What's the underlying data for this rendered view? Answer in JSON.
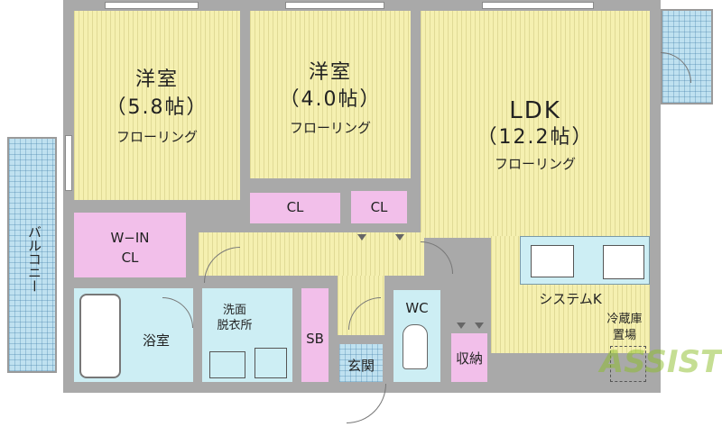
{
  "rooms": {
    "western_large": {
      "name": "洋室",
      "size": "（5.8帖）",
      "floor": "フローリング"
    },
    "western_small": {
      "name": "洋室",
      "size": "（4.0帖）",
      "floor": "フローリング"
    },
    "ldk": {
      "name": "LDK",
      "size": "（12.2帖）",
      "floor": "フローリング"
    },
    "closet_1": "CL",
    "closet_2": "CL",
    "walk_in_line1": "W−IN",
    "walk_in_line2": "CL",
    "balcony": "バルコニー",
    "bath": "浴室",
    "washroom_line1": "洗面",
    "washroom_line2": "脱衣所",
    "shoebox": "SB",
    "entrance": "玄関",
    "wc": "WC",
    "storage": "収納",
    "kitchen": "システムK",
    "fridge_line1": "冷蔵庫",
    "fridge_line2": "置場"
  },
  "watermark": "ASSIST"
}
